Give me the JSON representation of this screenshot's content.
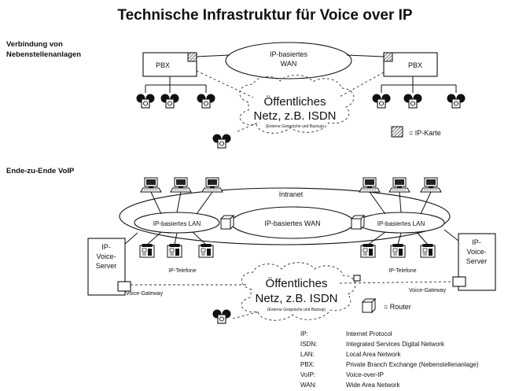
{
  "title": "Technische Infrastruktur für Voice  over IP",
  "top_section": {
    "label_line1": "Verbindung von",
    "label_line2": "Nebenstellenanlagen",
    "pbx_left": "PBX",
    "pbx_right": "PBX",
    "wan_line1": "IP-basiertes",
    "wan_line2": "WAN",
    "public_line1": "Öffentliches",
    "public_line2": "Netz, z.B. ISDN",
    "public_line3": "(Externe Gespräche und Backup)",
    "ip_card_legend": "= IP-Karte"
  },
  "bottom_section": {
    "label": "Ende-zu-Ende VoIP",
    "intranet": "Intranet",
    "lan_left": "IP-basiertes LAN",
    "lan_right": "IP-basiertes LAN",
    "wan": "IP-basiertes WAN",
    "server_left_line1": "IP-",
    "server_left_line2": "Voice-",
    "server_left_line3": "Server",
    "server_right_line1": "IP-",
    "server_right_line2": "Voice-",
    "server_right_line3": "Server",
    "phones_left": "IP-Telefone",
    "phones_right": "IP-Telefone",
    "gateway_left": "Voice-Gateway",
    "gateway_right": "Voice-Gateway",
    "public_line1": "Öffentliches",
    "public_line2": "Netz, z.B. ISDN",
    "public_line3": "(Externe Gespräche und Backup)",
    "router_legend": "= Router"
  },
  "glossary": [
    {
      "abbr": "IP:",
      "text": "Internet Protocol"
    },
    {
      "abbr": "ISDN:",
      "text": "Integrated Services Digital Network"
    },
    {
      "abbr": "LAN:",
      "text": "Local Area Network"
    },
    {
      "abbr": "PBX:",
      "text": "Private Branch Exchange (Nebenstellenanlage)"
    },
    {
      "abbr": "VoIP:",
      "text": "Voice-over-IP"
    },
    {
      "abbr": "WAN:",
      "text": "Wide Area Network"
    }
  ]
}
